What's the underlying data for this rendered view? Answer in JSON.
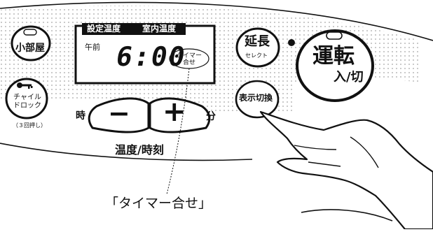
{
  "display": {
    "header_set_temp": "設定温度",
    "header_room_temp": "室内温度",
    "am_label": "午前",
    "time_digits": "6:00",
    "timer_set_badge": "タイマー合せ"
  },
  "buttons": {
    "small_room": "小部屋",
    "child_lock": "チャイルドロック",
    "child_lock_note": "（３回押し）",
    "extend_line1": "延長",
    "extend_line2": "セレクト",
    "run_line1": "運転",
    "run_line2": "入/切",
    "display_switch": "表示切換",
    "minus": "−",
    "plus": "+",
    "hour_label": "時",
    "minute_label": "分",
    "temp_time_label": "温度/時刻"
  },
  "callout": {
    "label": "「タイマー合せ」"
  }
}
